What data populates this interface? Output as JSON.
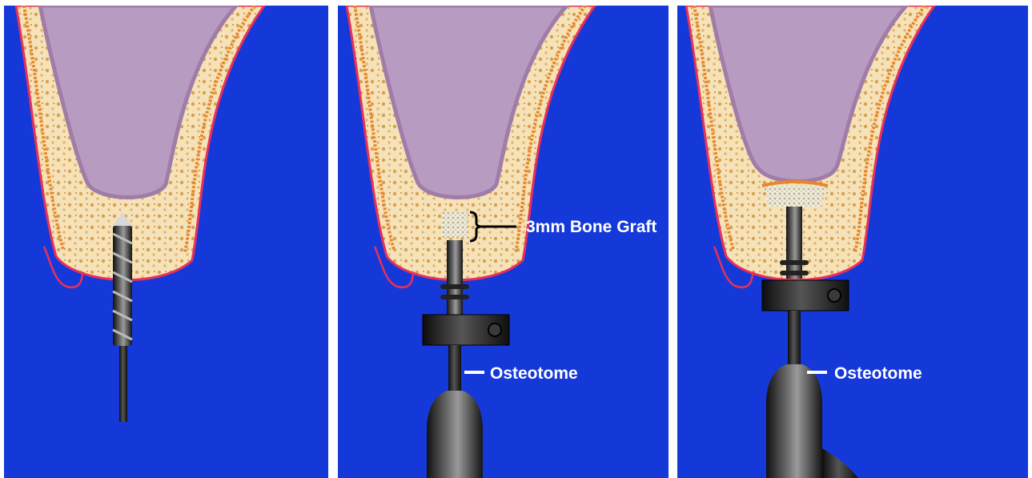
{
  "figure": {
    "panels": [
      {
        "id": "drill",
        "instrument": "drill"
      },
      {
        "id": "osteotome-graft",
        "instrument": "osteotome"
      },
      {
        "id": "osteotome-elevated",
        "instrument": "osteotome"
      }
    ],
    "labels": {
      "bone_graft": "3mm Bone Graft",
      "osteotome_1": "Osteotome",
      "osteotome_2": "Osteotome"
    },
    "colors": {
      "background": "#1539d8",
      "sinus": "#b89bc0",
      "bone": "#f3ddb0",
      "bone_rim": "#e8872a",
      "gum_line": "#e8305a",
      "instrument": "#2a2a2a",
      "graft": "#e9e4d2",
      "label": "#ffffff"
    }
  }
}
